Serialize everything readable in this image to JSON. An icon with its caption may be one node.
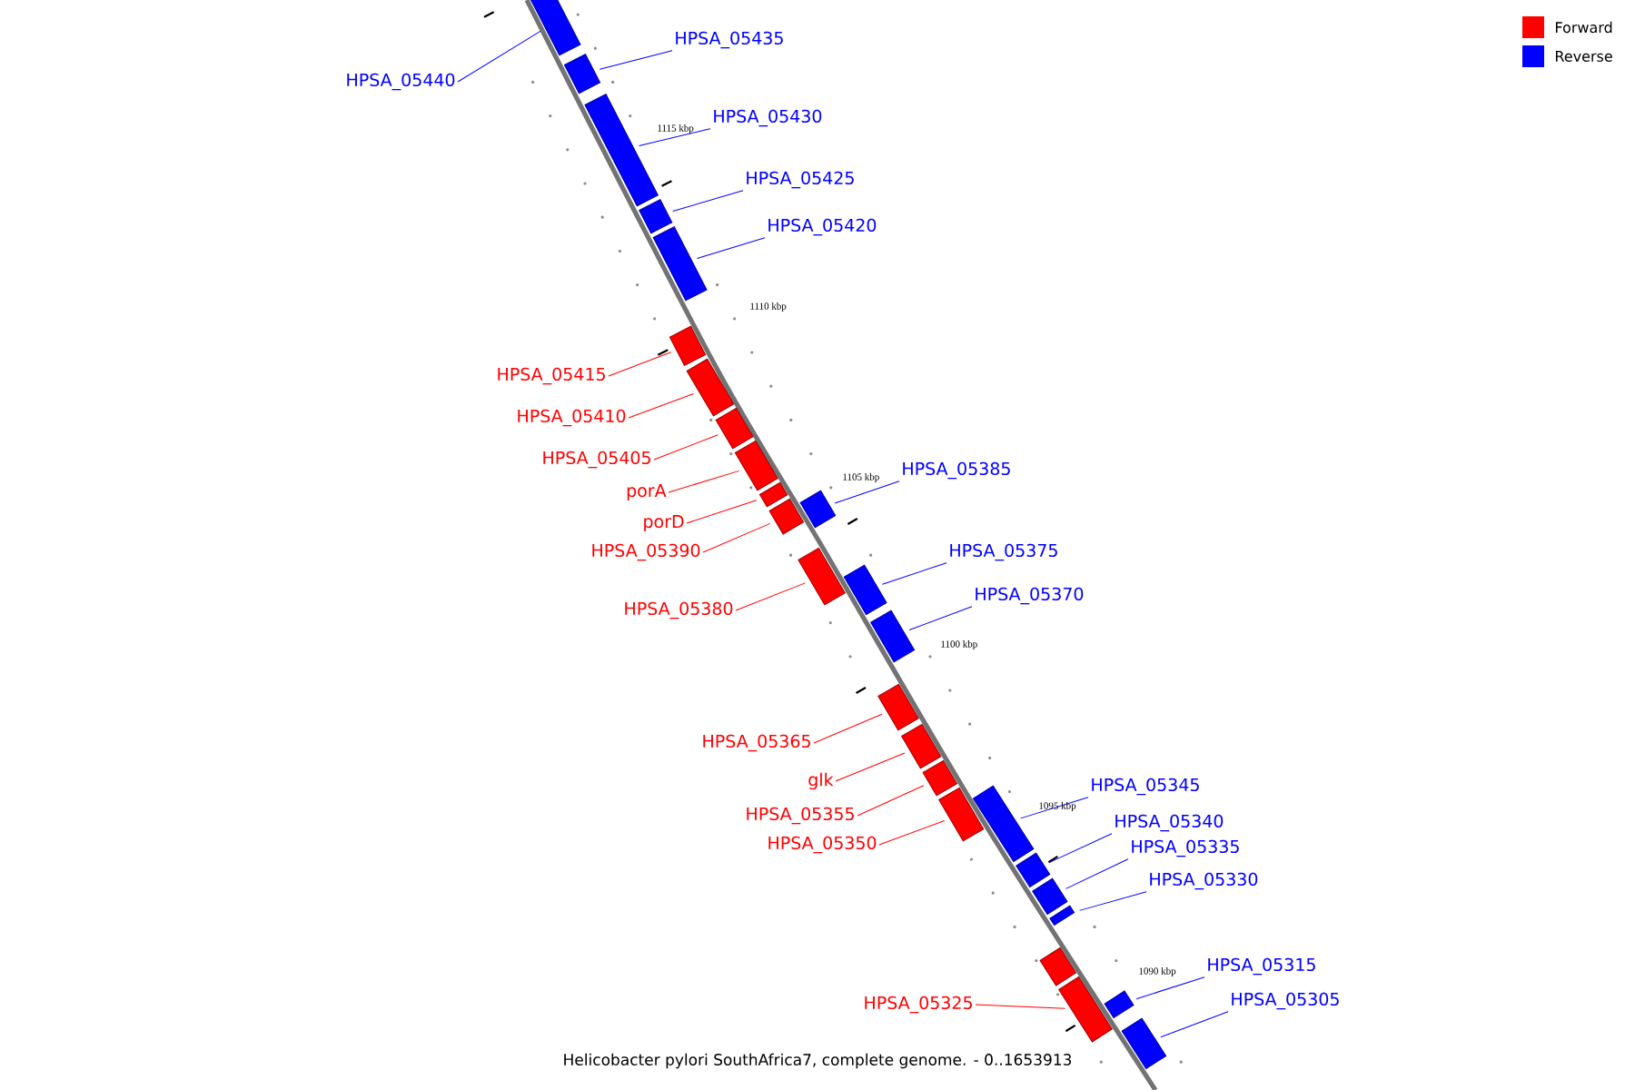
{
  "diagram": {
    "caption": "Helicobacter pylori SouthAfrica7, complete genome. - 0..1653913",
    "nodes": [
      {
        "text": [
          "HPSA_05440"
        ]
      },
      {
        "text": [],
        "shape": "bar"
      },
      {
        "text": [
          "HPSA_05435"
        ]
      },
      {
        "text": [],
        "shape": "bar"
      },
      {
        "text": [
          "HPSA_05430"
        ]
      },
      {
        "text": [],
        "shape": "bar"
      },
      {
        "text": [
          "HPSA_05425"
        ]
      },
      {
        "text": [],
        "shape": "bar"
      },
      {
        "text": [
          "HPSA_05420"
        ]
      },
      {
        "text": [],
        "shape": "bar"
      },
      {
        "text": [
          "HPSA_05415"
        ]
      },
      {
        "text": [],
        "shape": "bar"
      },
      {
        "text": [
          "HPSA_05410"
        ]
      },
      {
        "text": [],
        "shape": "bar"
      },
      {
        "text": [
          "HPSA_05405"
        ]
      },
      {
        "text": [],
        "shape": "bar"
      },
      {
        "text": [
          "porA"
        ]
      },
      {
        "text": [],
        "shape": "bar"
      },
      {
        "text": [
          "porD"
        ]
      },
      {
        "text": [],
        "shape": "bar"
      },
      {
        "text": [
          "HPSA_05390"
        ]
      },
      {
        "text": [],
        "shape": "bar"
      },
      {
        "text": [
          "HPSA_05385"
        ]
      },
      {
        "text": [],
        "shape": "bar"
      },
      {
        "text": [
          "HPSA_05380"
        ]
      },
      {
        "text": [],
        "shape": "bar"
      },
      {
        "text": [
          "HPSA_05375"
        ]
      },
      {
        "text": [],
        "shape": "bar"
      },
      {
        "text": [
          "HPSA_05370"
        ]
      },
      {
        "text": [],
        "shape": "bar"
      },
      {
        "text": [
          "HPSA_05365"
        ]
      },
      {
        "text": [],
        "shape": "bar"
      },
      {
        "text": [
          "glk"
        ]
      },
      {
        "text": [],
        "shape": "bar"
      },
      {
        "text": [
          "HPSA_05355"
        ]
      },
      {
        "text": [],
        "shape": "bar"
      },
      {
        "text": [
          "HPSA_05350"
        ]
      },
      {
        "text": [],
        "shape": "bar"
      },
      {
        "text": [
          "HPSA_05345"
        ]
      },
      {
        "text": [],
        "shape": "bar"
      },
      {
        "text": [
          "HPSA_05340"
        ]
      },
      {
        "text": [],
        "shape": "bar"
      },
      {
        "text": [
          "HPSA_05335"
        ]
      },
      {
        "text": [],
        "shape": "bar"
      },
      {
        "text": [
          "HPSA_05330"
        ]
      },
      {
        "text": [],
        "shape": "bar"
      },
      {
        "text": [],
        "shape": "bar"
      },
      {
        "text": [
          "HPSA_05325"
        ]
      },
      {
        "text": [],
        "shape": "bar"
      },
      {
        "text": [
          "HPSA_05315"
        ]
      },
      {
        "text": [],
        "shape": "bar"
      },
      {
        "text": [
          "HPSA_05305"
        ]
      },
      {
        "text": [],
        "shape": "bar"
      }
    ],
    "edges": [
      {
        "from": 0,
        "to": 1,
        "arrow": "none",
        "color": "#0000ff"
      },
      {
        "from": 2,
        "to": 3,
        "arrow": "none",
        "color": "#0000ff"
      },
      {
        "from": 4,
        "to": 5,
        "arrow": "none",
        "color": "#0000ff"
      },
      {
        "from": 6,
        "to": 7,
        "arrow": "none",
        "color": "#0000ff"
      },
      {
        "from": 8,
        "to": 9,
        "arrow": "none",
        "color": "#0000ff"
      },
      {
        "from": 10,
        "to": 11,
        "arrow": "none",
        "color": "#ff0000"
      },
      {
        "from": 12,
        "to": 13,
        "arrow": "none",
        "color": "#ff0000"
      },
      {
        "from": 14,
        "to": 15,
        "arrow": "none",
        "color": "#ff0000"
      },
      {
        "from": 16,
        "to": 17,
        "arrow": "none",
        "color": "#ff0000"
      },
      {
        "from": 18,
        "to": 19,
        "arrow": "none",
        "color": "#ff0000"
      },
      {
        "from": 20,
        "to": 21,
        "arrow": "none",
        "color": "#ff0000"
      },
      {
        "from": 22,
        "to": 23,
        "arrow": "none",
        "color": "#0000ff"
      },
      {
        "from": 24,
        "to": 25,
        "arrow": "none",
        "color": "#ff0000"
      },
      {
        "from": 26,
        "to": 27,
        "arrow": "none",
        "color": "#0000ff"
      },
      {
        "from": 28,
        "to": 29,
        "arrow": "none",
        "color": "#0000ff"
      },
      {
        "from": 30,
        "to": 31,
        "arrow": "none",
        "color": "#ff0000"
      },
      {
        "from": 32,
        "to": 33,
        "arrow": "none",
        "color": "#ff0000"
      },
      {
        "from": 34,
        "to": 35,
        "arrow": "none",
        "color": "#ff0000"
      },
      {
        "from": 36,
        "to": 37,
        "arrow": "none",
        "color": "#ff0000"
      },
      {
        "from": 38,
        "to": 39,
        "arrow": "none",
        "color": "#0000ff"
      },
      {
        "from": 40,
        "to": 41,
        "arrow": "none",
        "color": "#0000ff"
      },
      {
        "from": 42,
        "to": 43,
        "arrow": "none",
        "color": "#0000ff"
      },
      {
        "from": 44,
        "to": 45,
        "arrow": "none",
        "color": "#0000ff"
      },
      {
        "from": 47,
        "to": 48,
        "arrow": "none",
        "color": "#ff0000"
      },
      {
        "from": 49,
        "to": 50,
        "arrow": "none",
        "color": "#0000ff"
      },
      {
        "from": 51,
        "to": 52,
        "arrow": "none",
        "color": "#0000ff"
      }
    ],
    "labels": [
      "1115 kbp",
      "1110 kbp",
      "1105 kbp",
      "1100 kbp",
      "1095 kbp",
      "1090 kbp"
    ],
    "legend": [
      {
        "text": "Forward",
        "color": "#ff0000"
      },
      {
        "text": "Reverse",
        "color": "#0000ff"
      }
    ]
  }
}
